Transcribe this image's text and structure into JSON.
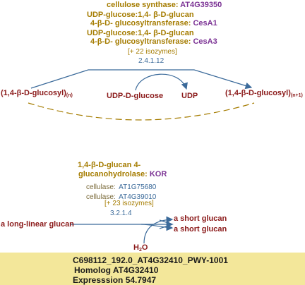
{
  "reaction1": {
    "enzymes": [
      {
        "name": "cellulose synthase:",
        "gene": "AT4G39350"
      },
      {
        "name_line1": "UDP-glucose:1,4- β-D-glucan",
        "name_line2": "4-β-D- glucosyltransferase:",
        "gene": "CesA1"
      },
      {
        "name_line1": "UDP-glucose:1,4- β-D-glucan",
        "name_line2": "4-β-D- glucosyltransferase:",
        "gene": "CesA3"
      }
    ],
    "isozymes": "[+ 22 isozymes]",
    "ec": "2.4.1.12",
    "substrate": {
      "text": "(1,4-β-D-glucosyl)",
      "sub": "(n)"
    },
    "cosubstrate": "UDP-D-glucose",
    "coproduct": "UDP",
    "product": {
      "text": "(1,4-β-D-glucosyl)",
      "sub": "(n+1)"
    }
  },
  "reaction2": {
    "enzyme_line1": "1,4-β-D-glucan 4-",
    "enzyme_line2": "glucanohydrolase:",
    "enzyme_gene": "KOR",
    "cellulases": [
      {
        "label": "cellulase:",
        "id": "AT1G75680"
      },
      {
        "label": "cellulase:",
        "id": "AT4G39010"
      }
    ],
    "isozymes": "[+ 23 isozymes]",
    "ec": "3.2.1.4",
    "substrate": "a long-linear glucan",
    "cosubstrate": {
      "text": "H",
      "sub": "2",
      "tail": "O"
    },
    "products": [
      "a short glucan",
      "a short glucan"
    ]
  },
  "footer": {
    "line1": "C698112_192.0_AT4G32410_PWY-1001",
    "line2": "Homolog AT4G32410",
    "line3": "Expresssion 54.7947"
  },
  "colors": {
    "line": "#3b6a9a",
    "enzyme": "#a57c00",
    "gene": "#7b3294",
    "metabolite": "#8b1a1a",
    "footer_bg": "#f3e79a"
  }
}
